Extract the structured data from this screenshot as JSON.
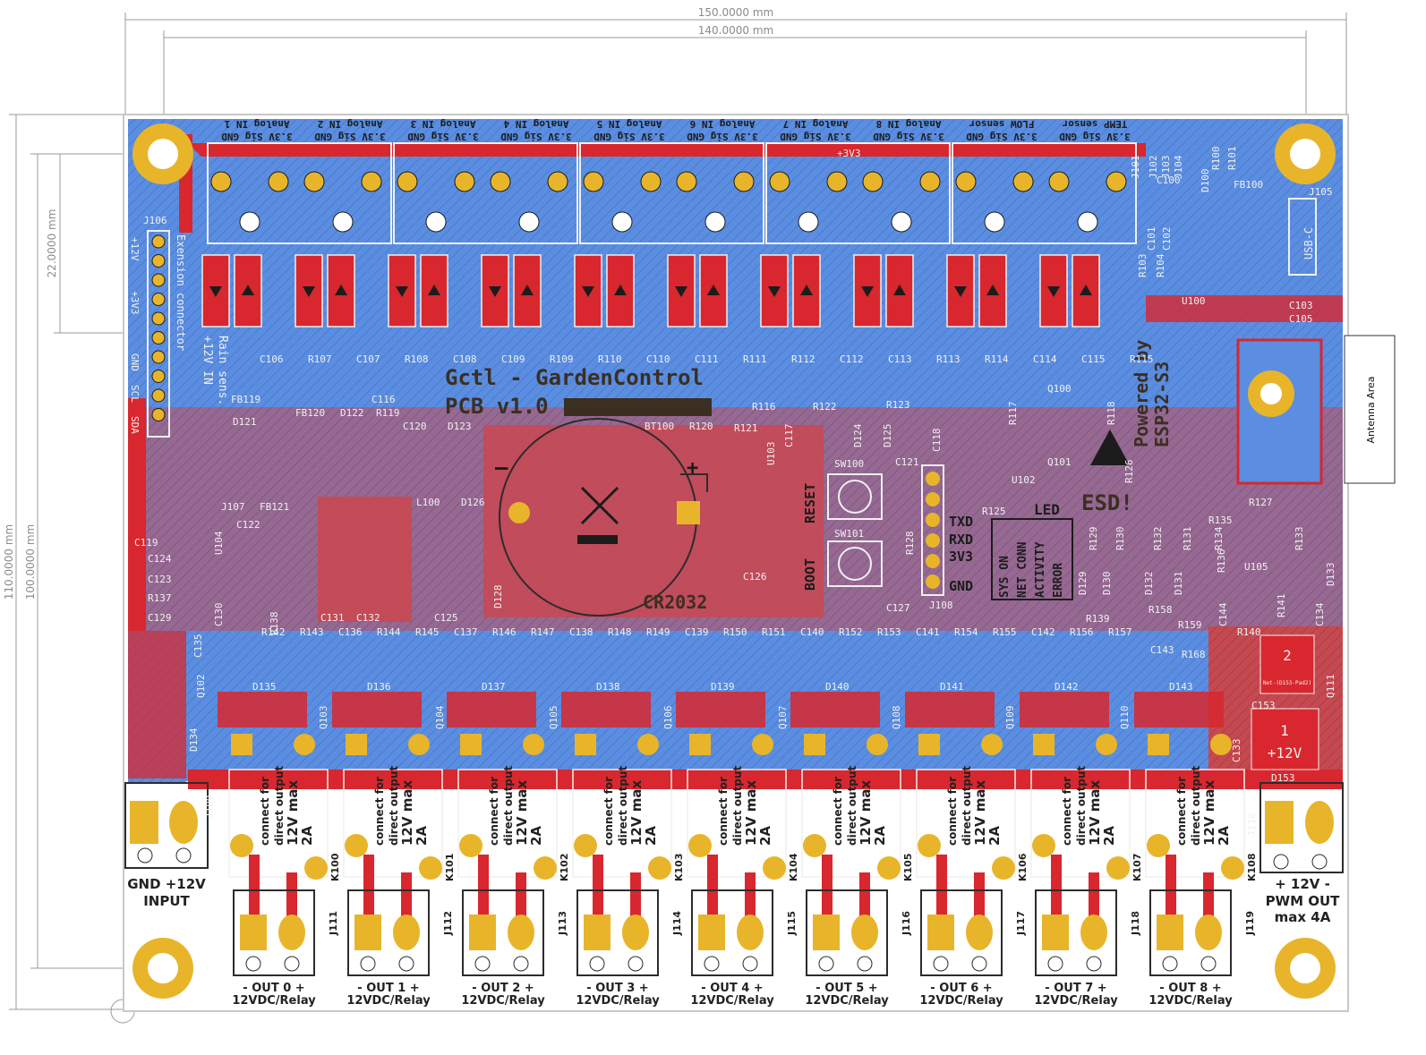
{
  "dimensions": {
    "board_width": "150.0000 mm",
    "hole_spacing_x": "140.0000 mm",
    "board_height": "110.0000 mm",
    "hole_spacing_y": "100.0000 mm",
    "connector_height": "22.0000 mm"
  },
  "board": {
    "title_line1": "Gctl - GardenControl",
    "title_line2": "PCB v1.0",
    "powered_by": "Powered by",
    "module": "ESP32-S3",
    "esd": "ESD!",
    "antenna_area": "Antenna Area",
    "battery": "CR2032",
    "battery_ref": "BT100",
    "colors": {
      "background": "#ffffff",
      "copper_bottom": "#5b8ee0",
      "copper_top": "#d8272e",
      "pad": "#e8b52a",
      "silkscreen": "#f0f0f0",
      "board_edge": "#c8c8c8"
    }
  },
  "sensor_header": {
    "labels": [
      "3.3V Sig GND",
      "3.3V Sig GND",
      "3.3V Sig GND",
      "3.3V Sig GND",
      "3.3V Sig GND",
      "3.3V Sig GND",
      "3.3V Sig GND",
      "3.3V Sig GND",
      "3.3V Sig GND",
      "3.3V Sig GND"
    ],
    "names": [
      "TEMP sensor",
      "FLOW sensor",
      "Analog IN 8",
      "Analog IN 7",
      "Analog IN 6",
      "Analog IN 5",
      "Analog IN 4",
      "Analog IN 3",
      "Analog IN 2",
      "Analog IN 1"
    ],
    "rail": "+3V3"
  },
  "extension": {
    "ref": "J106",
    "title": "Exension connector",
    "pins": [
      "+12V",
      "+3V3",
      "GND",
      "SCL",
      "SDA"
    ]
  },
  "rain": {
    "label": "Rain sens.",
    "sub": "+12V IN"
  },
  "buttons": {
    "reset": "RESET",
    "boot": "BOOT",
    "sw_reset": "SW100",
    "sw_boot": "SW101"
  },
  "uart": {
    "ref": "J108",
    "pins": [
      "TXD",
      "RXD",
      "3V3",
      "GND"
    ]
  },
  "leds": {
    "header": "LED",
    "labels": [
      "SYS ON",
      "NET CONN",
      "ACTIVITY",
      "ERROR"
    ]
  },
  "usb": {
    "label": "USB-C",
    "ref": "J105"
  },
  "power_in": {
    "ref": "J109",
    "label1": "GND +12V",
    "label2": "INPUT"
  },
  "pwm_out": {
    "ref": "J110",
    "label1": "+ 12V -",
    "label2": "PWM OUT",
    "label3": "max 4A",
    "pad_num": "1",
    "pad_text": "+12V"
  },
  "outputs": [
    {
      "label": "- OUT 0 +",
      "sub": "12VDC/Relay",
      "relay": "K100",
      "conn": "J111"
    },
    {
      "label": "- OUT 1 +",
      "sub": "12VDC/Relay",
      "relay": "K101",
      "conn": "J112"
    },
    {
      "label": "- OUT 2 +",
      "sub": "12VDC/Relay",
      "relay": "K102",
      "conn": "J113"
    },
    {
      "label": "- OUT 3 +",
      "sub": "12VDC/Relay",
      "relay": "K103",
      "conn": "J114"
    },
    {
      "label": "- OUT 4 +",
      "sub": "12VDC/Relay",
      "relay": "K104",
      "conn": "J115"
    },
    {
      "label": "- OUT 5 +",
      "sub": "12VDC/Relay",
      "relay": "K105",
      "conn": "J116"
    },
    {
      "label": "- OUT 6 +",
      "sub": "12VDC/Relay",
      "relay": "K106",
      "conn": "J117"
    },
    {
      "label": "- OUT 7 +",
      "sub": "12VDC/Relay",
      "relay": "K107",
      "conn": "J118"
    },
    {
      "label": "- OUT 8 +",
      "sub": "12VDC/Relay",
      "relay": "K108",
      "conn": "J119"
    }
  ],
  "relay_note": {
    "line1": "connect for",
    "line2": "direct output",
    "line3": "12V max",
    "line4": "2A"
  },
  "refs": {
    "top_row": [
      "C106",
      "R107",
      "C107",
      "R108",
      "C108",
      "C109",
      "R109",
      "R110",
      "C110",
      "C111",
      "R111",
      "R112",
      "C112",
      "C113",
      "R113",
      "R114",
      "C114",
      "C115",
      "R115"
    ],
    "mid_row": [
      "R142",
      "R143",
      "C136",
      "R144",
      "R145",
      "C137",
      "R146",
      "R147",
      "C138",
      "R148",
      "R149",
      "C139",
      "R150",
      "R151",
      "C140",
      "R152",
      "R153",
      "C141",
      "R154",
      "R155",
      "C142",
      "R156",
      "R157"
    ],
    "diodes": [
      "D135",
      "D136",
      "D137",
      "D138",
      "D139",
      "D140",
      "D141",
      "D142",
      "D143"
    ],
    "misc": [
      "J101",
      "J102",
      "J103",
      "J104",
      "C100",
      "D100",
      "R100",
      "R101",
      "FB100",
      "U100",
      "C103",
      "C105",
      "R103",
      "R104",
      "C101",
      "C102",
      "FB119",
      "D121",
      "FB120",
      "D122",
      "R119",
      "C116",
      "C120",
      "D123",
      "L100",
      "D126",
      "U104",
      "J107",
      "FB121",
      "C122",
      "C119",
      "C124",
      "C123",
      "R137",
      "C129",
      "C130",
      "R138",
      "C131",
      "C132",
      "C125",
      "D128",
      "C126",
      "U103",
      "R120",
      "R121",
      "R116",
      "R122",
      "R123",
      "C117",
      "D124",
      "D125",
      "C118",
      "C121",
      "R125",
      "R117",
      "U102",
      "Q100",
      "R118",
      "Q101",
      "R126",
      "R127",
      "R128",
      "C127",
      "D129",
      "D130",
      "D131",
      "D132",
      "R129",
      "R130",
      "R131",
      "R132",
      "R134",
      "R135",
      "R133",
      "R136",
      "U105",
      "D133",
      "R139",
      "R158",
      "R159",
      "R140",
      "R141",
      "R168",
      "C144",
      "C134",
      "C143",
      "Q111",
      "D153",
      "C133",
      "C135",
      "C153",
      "D134",
      "Q102",
      "Q103",
      "Q104",
      "Q105",
      "Q106",
      "Q107",
      "Q108",
      "Q109",
      "Q110"
    ],
    "pad2_label": "2",
    "net_label": "Net-(D153-Pad2)",
    "plus12": "+12V",
    "plus3v3": "+3V3",
    "gnd": "GND"
  }
}
